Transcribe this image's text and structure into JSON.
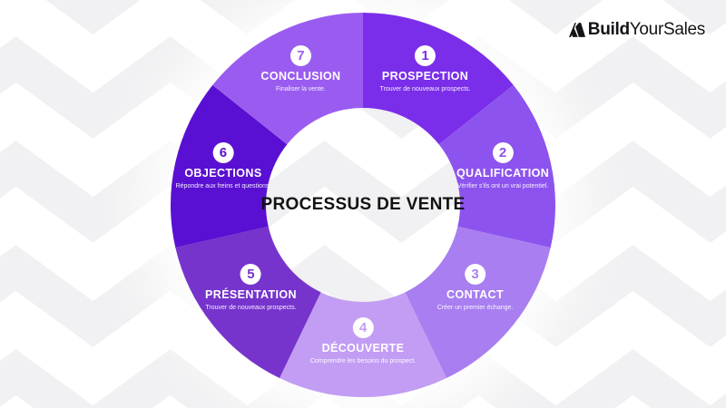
{
  "logo": {
    "bold": "Build",
    "light": "YourSales"
  },
  "title": "PROCESSUS DE VENTE",
  "chart_data": {
    "type": "pie",
    "subtype": "donut",
    "title": "PROCESSUS DE VENTE",
    "direction": "clockwise",
    "start_angle_deg": 0,
    "equal_segments": true,
    "segment_angle_deg": 51.43,
    "segments": [
      {
        "number": "1",
        "label": "PROSPECTION",
        "description": "Trouver de nouveaux prospects.",
        "color": "#7b2eea"
      },
      {
        "number": "2",
        "label": "QUALIFICATION",
        "description": "Vérifier s'ils ont un vrai potentiel.",
        "color": "#8c53ee"
      },
      {
        "number": "3",
        "label": "CONTACT",
        "description": "Créer un premier échange.",
        "color": "#a87ef0"
      },
      {
        "number": "4",
        "label": "DÉCOUVERTE",
        "description": "Comprendre les besoins du prospect.",
        "color": "#c29df3"
      },
      {
        "number": "5",
        "label": "PRÉSENTATION",
        "description": "Trouver de nouveaux prospects.",
        "color": "#7634cc"
      },
      {
        "number": "6",
        "label": "OBJECTIONS",
        "description": "Répondre aux freins et questions.",
        "color": "#5a10d2"
      },
      {
        "number": "7",
        "label": "CONCLUSION",
        "description": "Finaliser la vente.",
        "color": "#9a5cf0"
      }
    ],
    "colors": {
      "background": "#f1f0f2",
      "chevron": "#ffffff",
      "text_on_segments": "#ffffff",
      "title_text": "#121212"
    }
  }
}
